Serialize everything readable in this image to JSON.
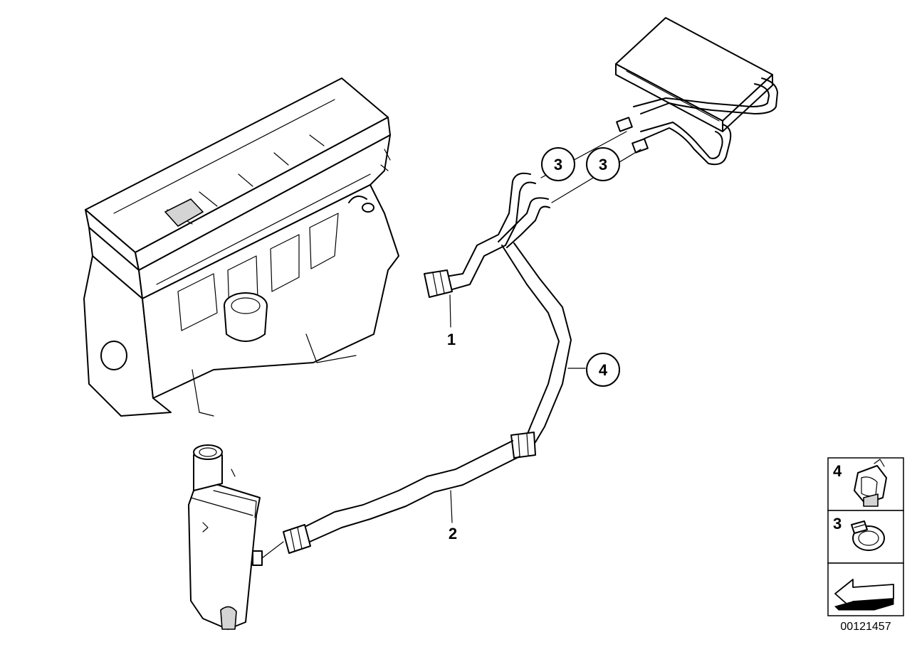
{
  "callouts": {
    "part1": "1",
    "part2": "2",
    "part3a": "3",
    "part3b": "3",
    "part4": "4"
  },
  "legend": {
    "item4_number": "4",
    "item3_number": "3"
  },
  "diagram_number": "00121457"
}
